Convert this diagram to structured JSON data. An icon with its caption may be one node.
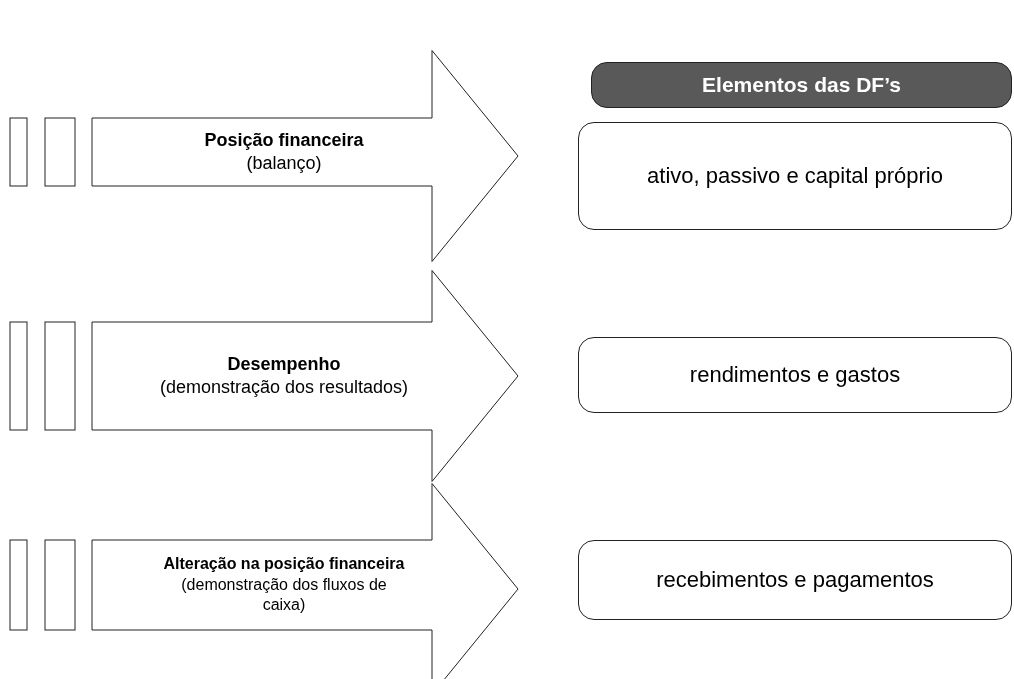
{
  "diagram": {
    "nodes": [
      {
        "text": [
          "Elementos das DF’s"
        ]
      },
      {
        "text": [
          "Posição financeira",
          "(balanço)"
        ]
      },
      {
        "text": [
          "ativo, passivo e capital próprio"
        ]
      },
      {
        "text": [
          "Desempenho",
          "(demonstração dos resultados)"
        ]
      },
      {
        "text": [
          "rendimentos e gastos"
        ]
      },
      {
        "text": [
          "Alteração na posição financeira",
          "(demonstração dos fluxos de caixa)"
        ]
      },
      {
        "text": [
          "recebimentos e pagamentos"
        ]
      }
    ]
  }
}
